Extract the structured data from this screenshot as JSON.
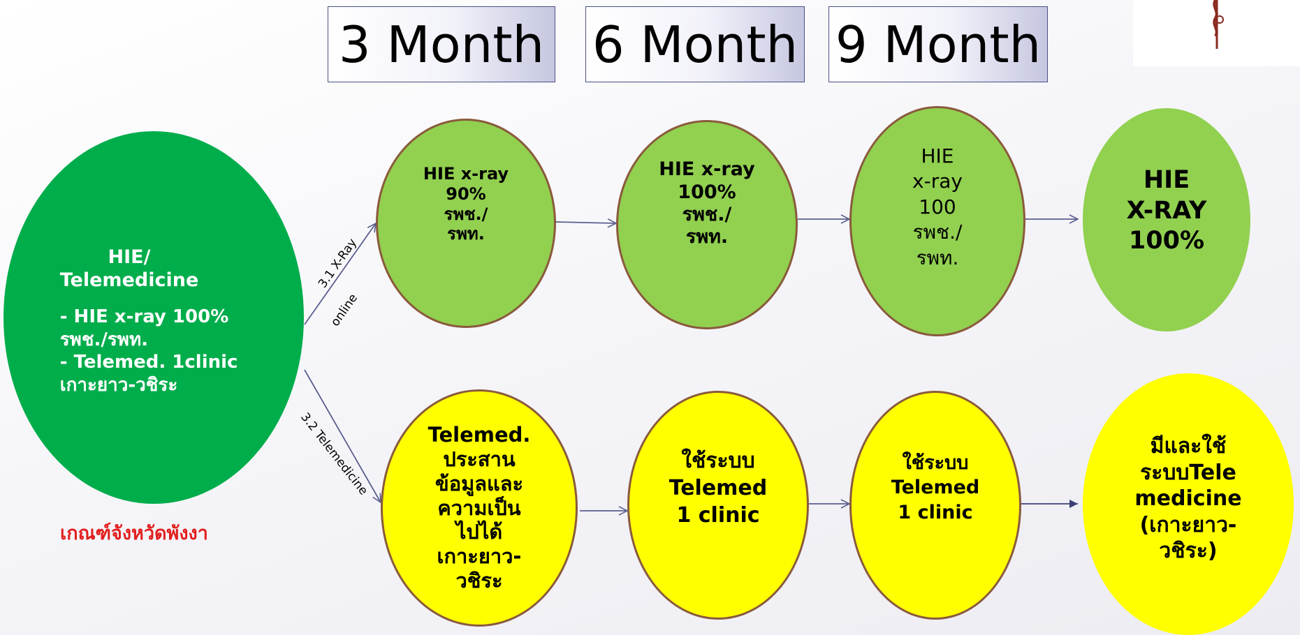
{
  "headers": [
    "3 Month",
    "6 Month",
    "9 Month"
  ],
  "origin": {
    "title": "HIE/\nTelemedicine",
    "items": "- HIE x-ray 100%\n   รพช./รพท.\n- Telemed. 1clinic\n   เกาะยาว-วชิระ",
    "caption": "เกณฑ์จังหวัดพังงา"
  },
  "branches": {
    "xray": "3.1 X-Ray",
    "xray_sub": "online",
    "telemed": "3.2 Telemedicine"
  },
  "top_row": [
    "HIE x-ray\n90%\n  รพช./\nรพท.",
    "HIE x-ray\n100%\n  รพช./\nรพท.",
    "HIE\nx-ray\n100\nรพช./\nรพท.",
    "HIE\nX-RAY\n100%"
  ],
  "bottom_row": [
    "Telemed.\n  ประสาน\nข้อมูลและ\nความเป็น\nไปได้\nเกาะยาว-\nวชิระ",
    "ใช้ระบบ\nTelemed\n1 clinic",
    "ใช้ระบบ\nTelemed\n1 clinic",
    "มีและใช้\nระบบTele\nmedicine\n(เกาะยาว-\nวชิระ)"
  ],
  "colors": {
    "origin": "#00ad4b",
    "top": "#92d050",
    "bottom": "#ffff00",
    "caption": "#e21f1f",
    "arrow": "#5a5e8e"
  }
}
